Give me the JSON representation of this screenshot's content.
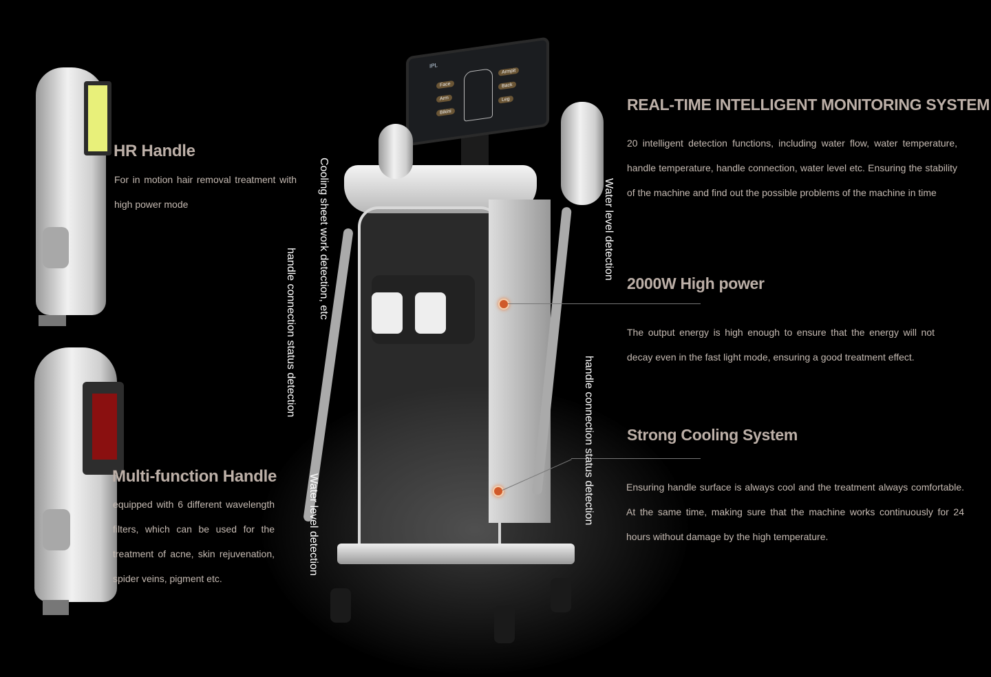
{
  "screen": {
    "mode": "IPL",
    "buttons_left": [
      "Face",
      "Arm",
      "Bikini"
    ],
    "buttons_right": [
      "Armpit",
      "Back",
      "Leg"
    ]
  },
  "hr_handle": {
    "title": "HR Handle",
    "lines": [
      "For in motion hair removal treatment with",
      "high power mode"
    ],
    "window_color": "#e8f07a"
  },
  "multi_handle": {
    "title": "Multi-function Handle",
    "lines": [
      "equipped with 6 different wavelength",
      "filters, which can be used for the",
      "treatment of acne, skin rejuvenation,",
      "spider veins, pigment etc."
    ],
    "window_color": "#8a1010"
  },
  "callouts": {
    "cooling_sheet": "Cooling sheet work detection, etc",
    "handle_connection_left": "handle connection status detection",
    "water_level_left": "Water level detection",
    "water_level_right": "Water level detection",
    "handle_connection_right": "handle connection status detection"
  },
  "features": [
    {
      "title": "REAL-TIME INTELLIGENT MONITORING SYSTEM",
      "lines": [
        "20 intelligent detection functions, including water flow, water temperature,",
        "handle temperature, handle connection, water level etc. Ensuring the stability",
        "of the machine and find out the possible problems of the machine in time"
      ]
    },
    {
      "title": "2000W High power",
      "lines": [
        "The output energy is high enough to ensure that the energy will not",
        "decay even in the fast light mode, ensuring a good treatment effect."
      ]
    },
    {
      "title": "Strong Cooling System",
      "lines": [
        "Ensuring handle surface is always cool and the treatment always comfortable.",
        "At the same time, making sure that the machine works continuously for 24",
        "hours without damage by the high temperature."
      ]
    }
  ],
  "colors": {
    "heading": "#bdb0a8",
    "body": "#c6bbb3",
    "background": "#000000",
    "indicator": "#d05a2a"
  }
}
